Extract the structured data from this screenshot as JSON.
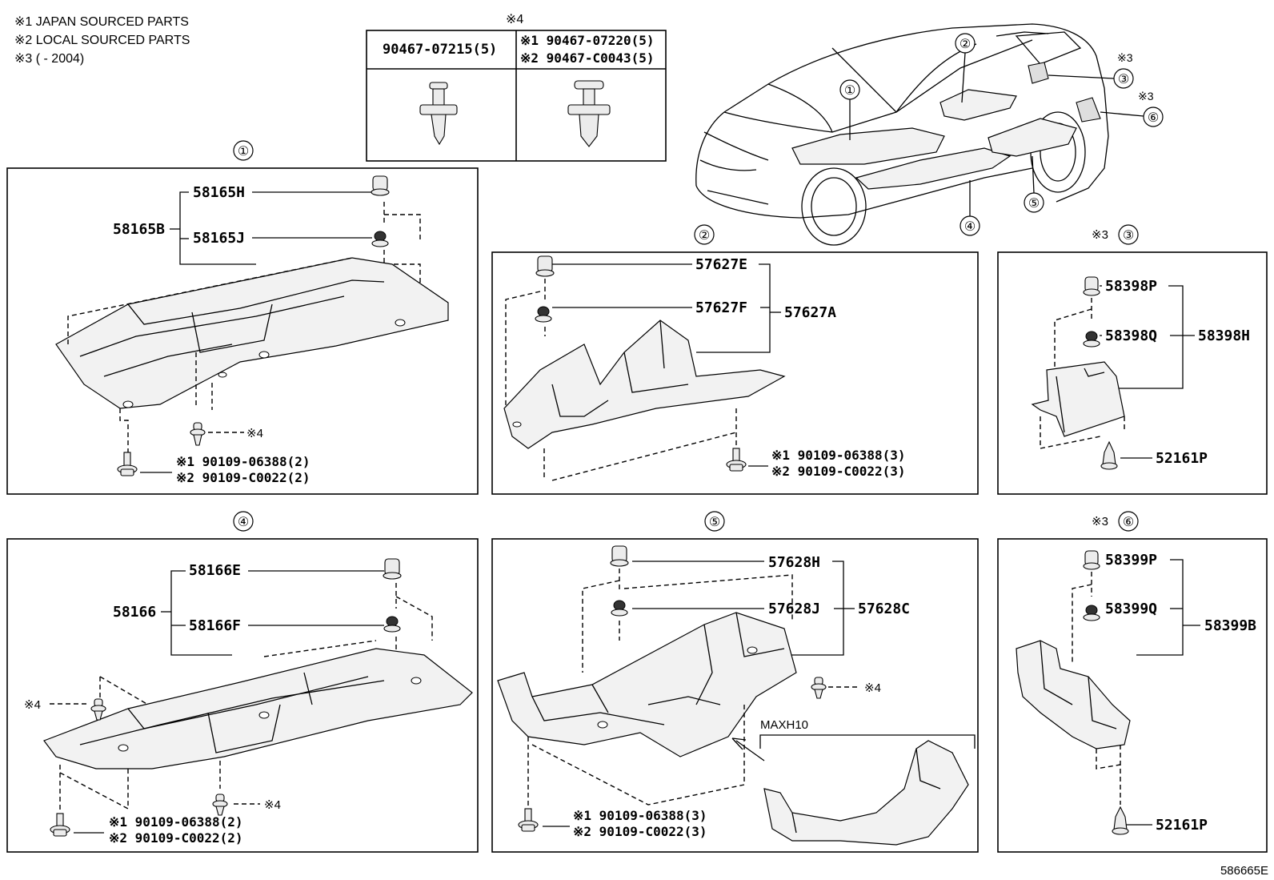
{
  "legend": {
    "line1": "※1 JAPAN SOURCED PARTS",
    "line2": "※2 LOCAL SOURCED PARTS",
    "line3": "※3 (      - 2004)"
  },
  "clip_table": {
    "mark": "※4",
    "col1": "90467-07215(5)",
    "col2_line1": "※1 90467-07220(5)",
    "col2_line2": "※2 90467-C0043(5)"
  },
  "overview": {
    "callouts": [
      "①",
      "②",
      "③",
      "④",
      "⑤",
      "⑥"
    ],
    "mark3": "※3"
  },
  "panel1": {
    "num": "①",
    "labels": {
      "a": "58165H",
      "b": "58165B",
      "c": "58165J"
    },
    "clip": "※4",
    "bolt1": "※1 90109-06388(2)",
    "bolt2": "※2 90109-C0022(2)"
  },
  "panel2": {
    "num": "②",
    "labels": {
      "a": "57627E",
      "b": "57627F",
      "c": "57627A"
    },
    "bolt1": "※1 90109-06388(3)",
    "bolt2": "※2 90109-C0022(3)"
  },
  "panel3": {
    "num": "③",
    "mark": "※3",
    "labels": {
      "a": "58398P",
      "b": "58398Q",
      "c": "58398H",
      "d": "52161P"
    }
  },
  "panel4": {
    "num": "④",
    "labels": {
      "a": "58166E",
      "b": "58166",
      "c": "58166F"
    },
    "clip": "※4",
    "bolt1": "※1 90109-06388(2)",
    "bolt2": "※2 90109-C0022(2)"
  },
  "panel5": {
    "num": "⑤",
    "labels": {
      "a": "57628H",
      "b": "57628J",
      "c": "57628C"
    },
    "clip": "※4",
    "variant": "MAXH10",
    "bolt1": "※1 90109-06388(3)",
    "bolt2": "※2 90109-C0022(3)"
  },
  "panel6": {
    "num": "⑥",
    "mark": "※3",
    "labels": {
      "a": "58399P",
      "b": "58399Q",
      "c": "58399B",
      "d": "52161P"
    }
  },
  "figure_id": "586665E"
}
